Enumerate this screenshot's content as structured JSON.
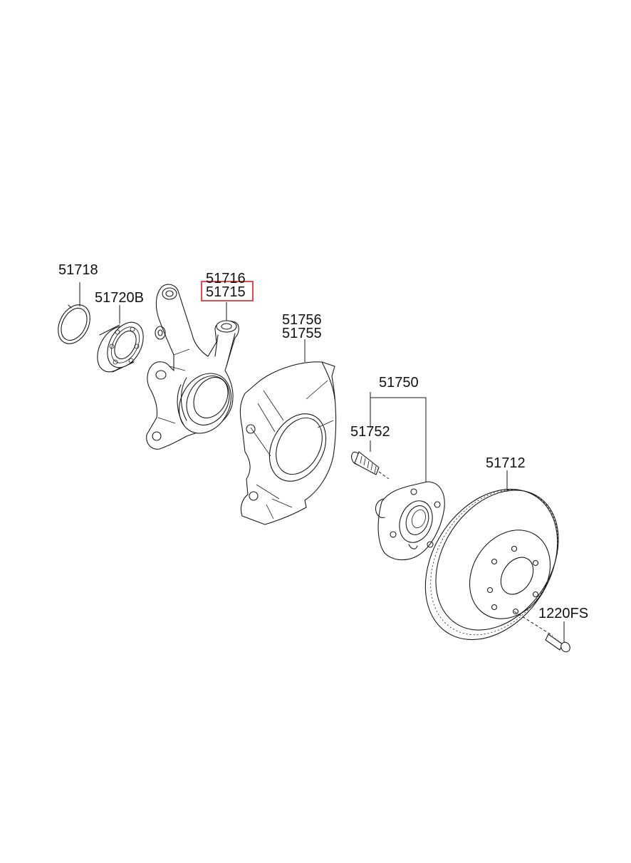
{
  "diagram": {
    "highlight_color": "#e02020",
    "highlighted_part": "51715",
    "labels": {
      "p51718": "51718",
      "p51720b": "51720B",
      "p51716": "51716",
      "p51715": "51715",
      "p51756": "51756",
      "p51755": "51755",
      "p51750": "51750",
      "p51752": "51752",
      "p51712": "51712",
      "p1220fs": "1220FS"
    }
  }
}
